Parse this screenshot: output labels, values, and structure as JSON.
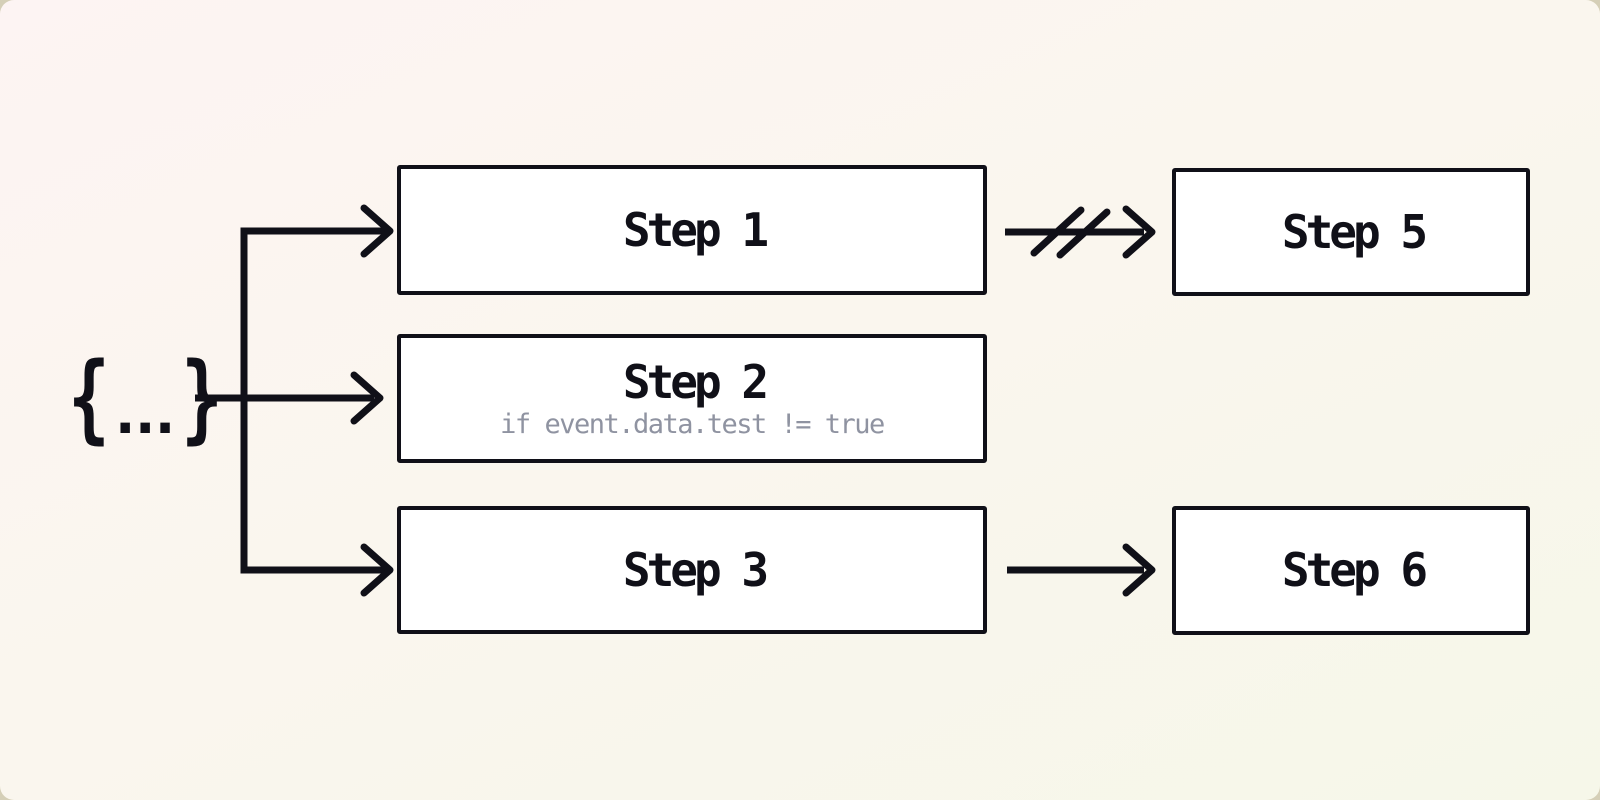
{
  "colors": {
    "ink": "#101018",
    "muted": "#8f93a1",
    "box_bg": "#ffffff",
    "page_bg": "#d5cfb7",
    "card_top": "#fdf4f3",
    "card_mid": "#faf6ee",
    "card_bottom": "#f6f7e9"
  },
  "diagram": {
    "event_source": {
      "label": "{...}",
      "brace_left": "{",
      "dots": "...",
      "brace_right": "}"
    },
    "steps": [
      {
        "title": "Step 1",
        "condition": ""
      },
      {
        "title": "Step 2",
        "condition": "if event.data.test != true"
      },
      {
        "title": "Step 3",
        "condition": ""
      },
      {
        "title": "Step 5",
        "condition": ""
      },
      {
        "title": "Step 6",
        "condition": ""
      }
    ],
    "edges": [
      {
        "from": "event-payload",
        "to": "Step 1",
        "type": "arrow"
      },
      {
        "from": "event-payload",
        "to": "Step 2",
        "type": "arrow"
      },
      {
        "from": "event-payload",
        "to": "Step 3",
        "type": "arrow"
      },
      {
        "from": "Step 1",
        "to": "Step 5",
        "type": "broken-arrow"
      },
      {
        "from": "Step 3",
        "to": "Step 6",
        "type": "arrow"
      }
    ]
  }
}
